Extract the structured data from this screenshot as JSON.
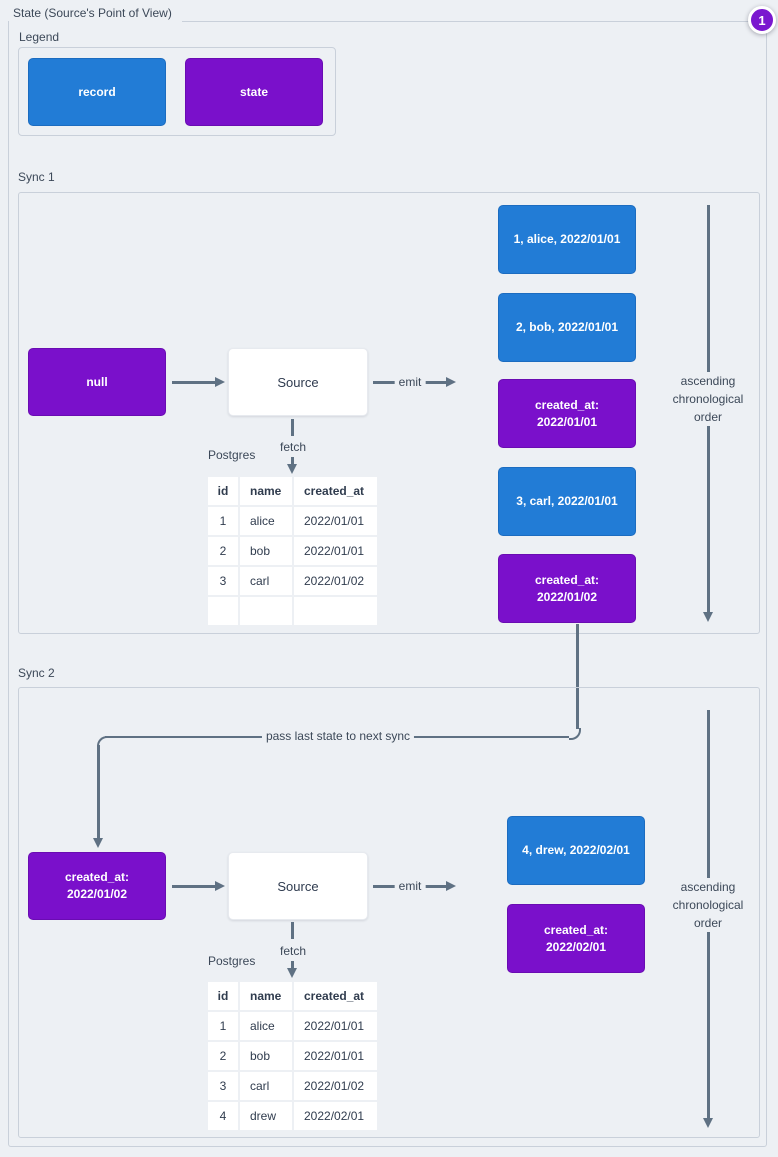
{
  "title": "State (Source's Point of View)",
  "badge": {
    "value": "1"
  },
  "colors": {
    "record_blue": "#227cd6",
    "state_purple": "#7a10cb",
    "badge_purple": "#7a17cf",
    "arrow_slate": "#5f7183",
    "background": "#edf0f4",
    "border_gray": "#c9d0da"
  },
  "legend": {
    "label": "Legend",
    "record_label": "record",
    "state_label": "state"
  },
  "sync1": {
    "label": "Sync 1",
    "input_state": "null",
    "source_label": "Source",
    "emit_label": "emit",
    "fetch_label": "fetch",
    "db_label": "Postgres",
    "table": {
      "headers": [
        "id",
        "name",
        "created_at"
      ],
      "rows": [
        [
          "1",
          "alice",
          "2022/01/01"
        ],
        [
          "2",
          "bob",
          "2022/01/01"
        ],
        [
          "3",
          "carl",
          "2022/01/02"
        ],
        [
          "",
          "",
          ""
        ]
      ]
    },
    "outputs": [
      {
        "kind": "record",
        "text": "1, alice, 2022/01/01"
      },
      {
        "kind": "record",
        "text": "2, bob, 2022/01/01"
      },
      {
        "kind": "state",
        "lines": [
          "created_at:",
          "2022/01/01"
        ]
      },
      {
        "kind": "record",
        "text": "3, carl, 2022/01/01"
      },
      {
        "kind": "state",
        "lines": [
          "created_at:",
          "2022/01/02"
        ]
      }
    ],
    "order_label": [
      "ascending",
      "chronological",
      "order"
    ]
  },
  "pass_label": "pass last state to next sync",
  "sync2": {
    "label": "Sync 2",
    "input_state_lines": [
      "created_at:",
      "2022/01/02"
    ],
    "source_label": "Source",
    "emit_label": "emit",
    "fetch_label": "fetch",
    "db_label": "Postgres",
    "table": {
      "headers": [
        "id",
        "name",
        "created_at"
      ],
      "rows": [
        [
          "1",
          "alice",
          "2022/01/01"
        ],
        [
          "2",
          "bob",
          "2022/01/01"
        ],
        [
          "3",
          "carl",
          "2022/01/02"
        ],
        [
          "4",
          "drew",
          "2022/02/01"
        ]
      ]
    },
    "outputs": [
      {
        "kind": "record",
        "text": "4, drew, 2022/02/01"
      },
      {
        "kind": "state",
        "lines": [
          "created_at:",
          "2022/02/01"
        ]
      }
    ],
    "order_label": [
      "ascending",
      "chronological",
      "order"
    ]
  }
}
